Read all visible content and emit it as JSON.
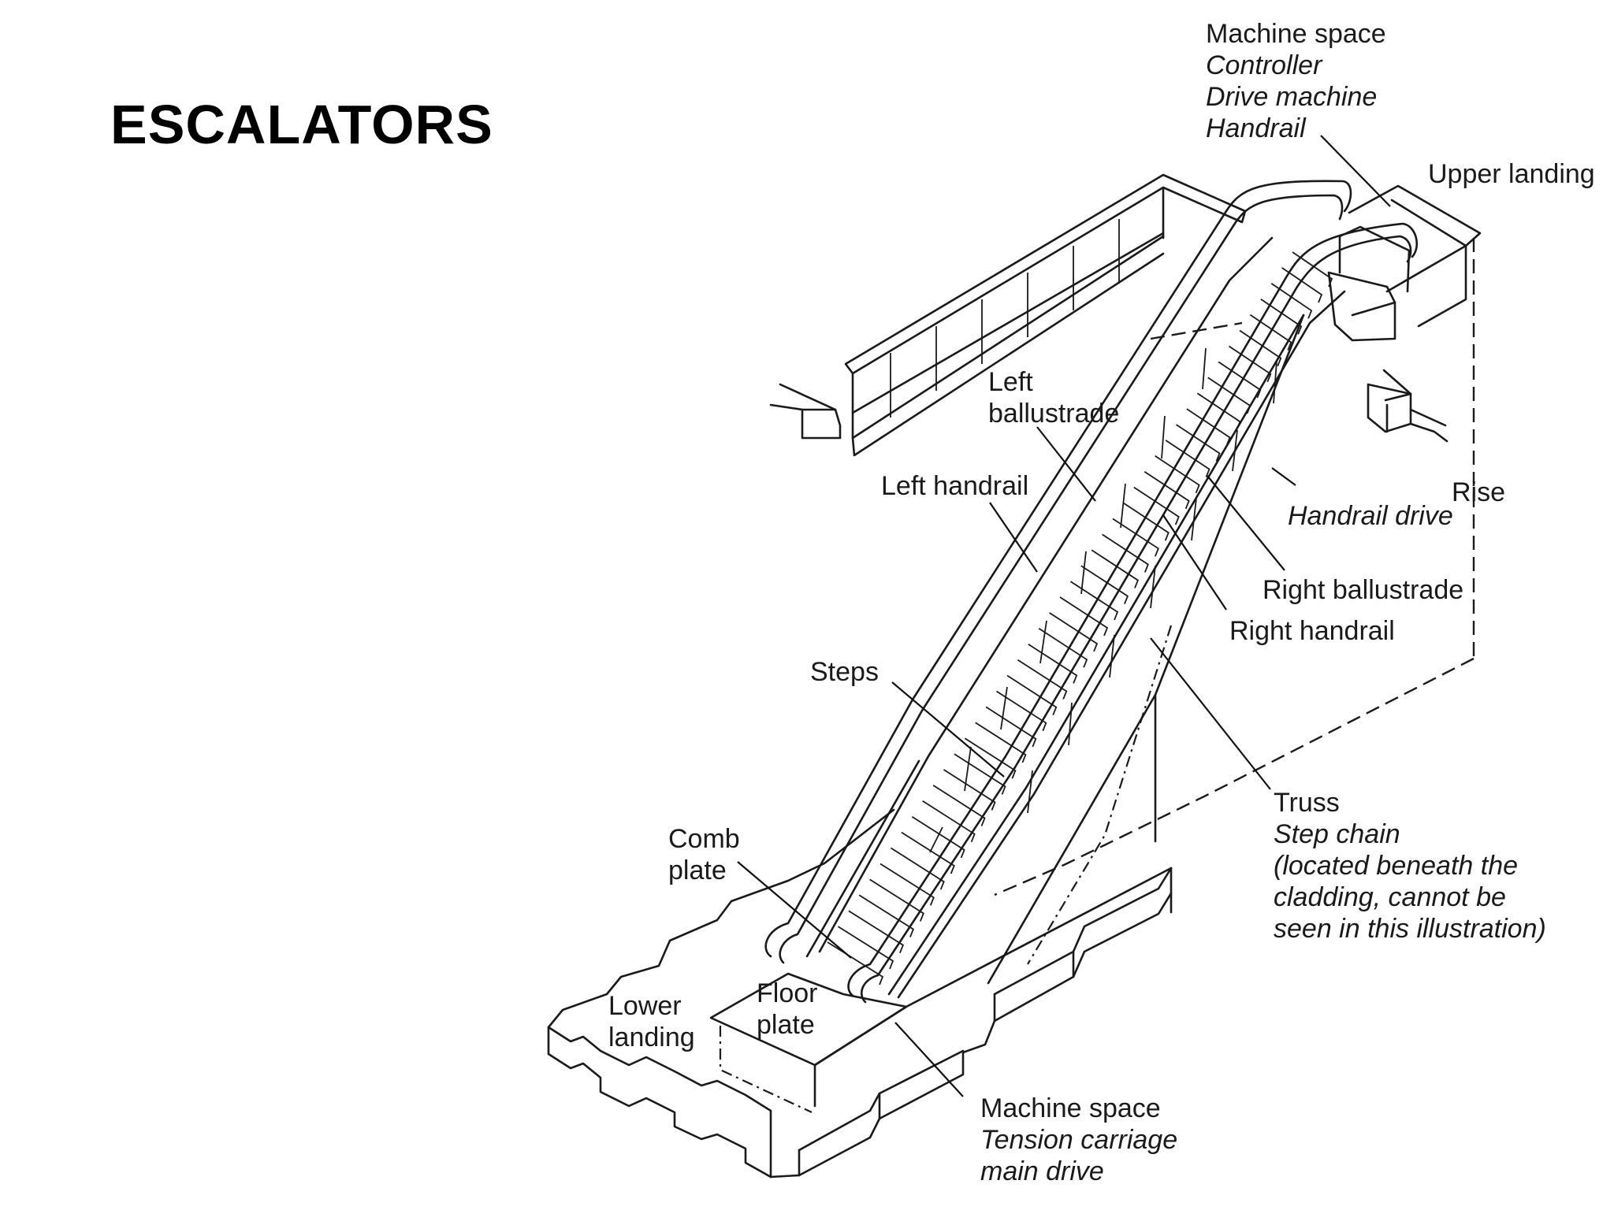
{
  "title": "ESCALATORS",
  "labels": {
    "upper_machine": [
      "Machine space",
      "Controller",
      "Drive machine",
      "Handrail"
    ],
    "upper_landing": "Upper landing",
    "left_ballustrade": [
      "Left",
      "ballustrade"
    ],
    "left_handrail": "Left handrail",
    "rise": "Rise",
    "handrail_drive": "Handrail drive",
    "right_ballustrade": "Right ballustrade",
    "right_handrail": "Right handrail",
    "steps": "Steps",
    "truss": [
      "Truss",
      "Step chain",
      "(located beneath the",
      "cladding, cannot be",
      "seen in this illustration)"
    ],
    "comb_plate": [
      "Comb",
      "plate"
    ],
    "floor_plate": [
      "Floor",
      "plate"
    ],
    "lower_landing": [
      "Lower",
      "landing"
    ],
    "lower_machine": [
      "Machine space",
      "Tension carriage",
      "main drive"
    ]
  }
}
